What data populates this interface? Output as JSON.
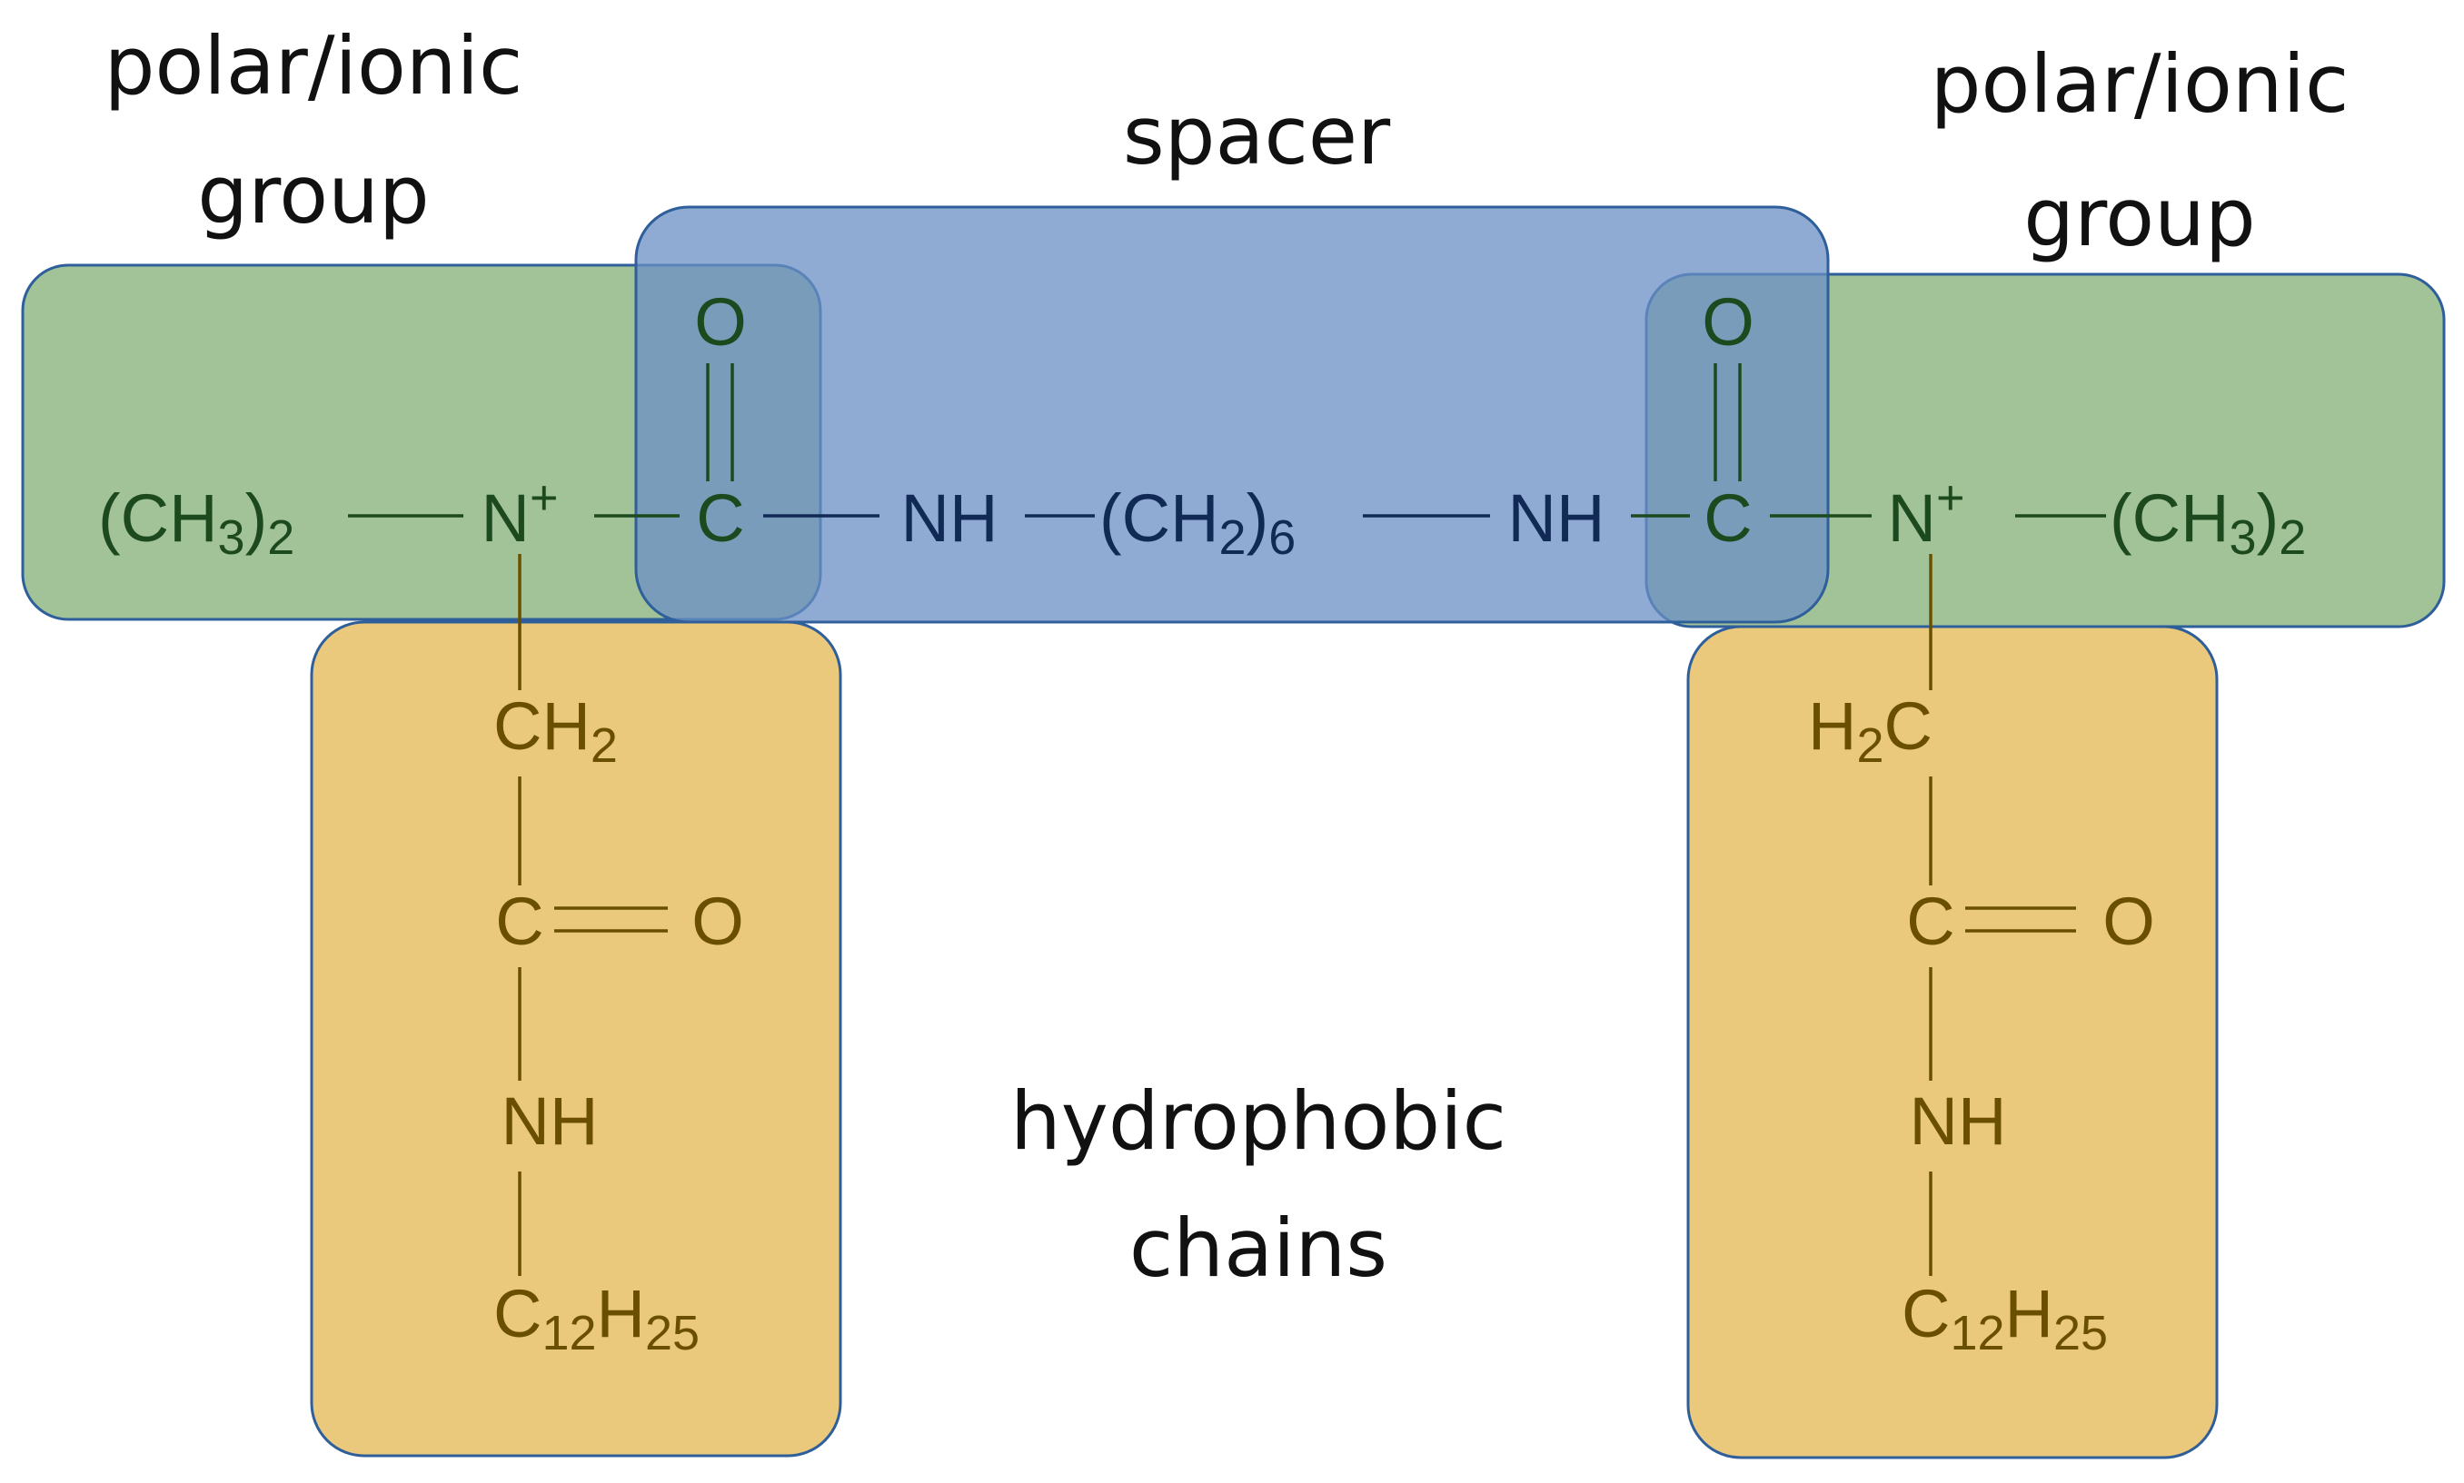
{
  "labels": {
    "polar_left": [
      "polar/ionic",
      "group"
    ],
    "spacer": "spacer",
    "polar_right": [
      "polar/ionic",
      "group"
    ],
    "hydrophobic": [
      "hydrophobic",
      "chains"
    ]
  },
  "formula": {
    "methyl_left": "(CH3)2",
    "n_left": "N+",
    "carbonyl_o": "O",
    "carbonyl_c": "C",
    "nh": "NH",
    "spacer_chain": "(CH2)6",
    "n_right": "N+",
    "methyl_right": "(CH3)2",
    "ch2_left": "CH2",
    "ch2_right": "H2C",
    "amide_c": "C",
    "amide_o": "O",
    "amide_nh": "NH",
    "alkyl": "C12H25"
  },
  "colors": {
    "polar_fill": "#8db581",
    "polar_stroke": "#2f5f9a",
    "spacer_fill": "#6a8fc4",
    "spacer_stroke": "#2f5f9a",
    "chain_fill": "#e3b550",
    "chain_stroke": "#2f5f9a",
    "text_polar": "#1c4a1e",
    "text_spacer": "#102a55",
    "text_chain": "#6b4f00"
  }
}
